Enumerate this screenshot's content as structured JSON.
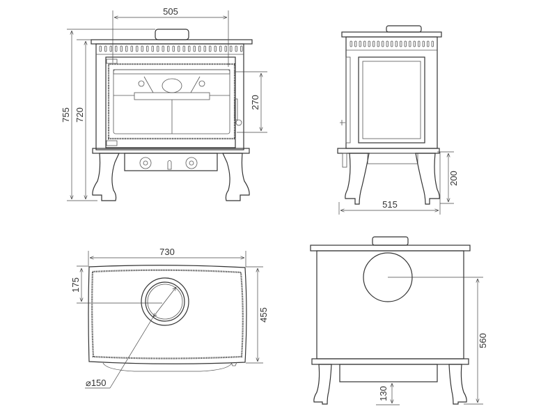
{
  "views": {
    "front": {
      "width_label": "505",
      "total_height_label": "755",
      "body_height_label": "720",
      "glass_height_label": "270"
    },
    "side": {
      "depth_label": "515",
      "leg_height_label": "200"
    },
    "top": {
      "width_label": "730",
      "flue_offset_label": "175",
      "depth_label": "455",
      "flue_diameter_label": "⌀150"
    },
    "rear": {
      "flue_height_label": "560",
      "drawer_clearance_label": "130"
    }
  },
  "colors": {
    "line": "#333333",
    "background": "#ffffff"
  }
}
